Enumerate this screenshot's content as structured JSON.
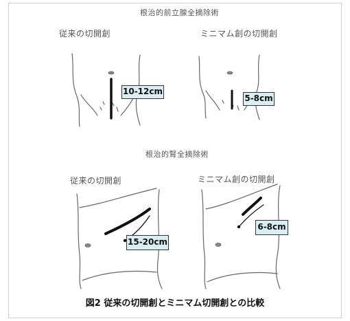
{
  "section1": {
    "title": "根治的前立腺全摘除術",
    "left_label": "従来の切開創",
    "right_label": "ミニマム創の切開創",
    "left_measure": "10-12cm",
    "right_measure": "5-8cm"
  },
  "section2": {
    "title": "根治的腎全摘除術",
    "left_label": "従来の切開創",
    "right_label": "ミニマム創の切開創",
    "left_measure": "15-20cm",
    "right_measure": "6-8cm"
  },
  "caption": "図2 従来の切開創とミニマム切開創との比較"
}
